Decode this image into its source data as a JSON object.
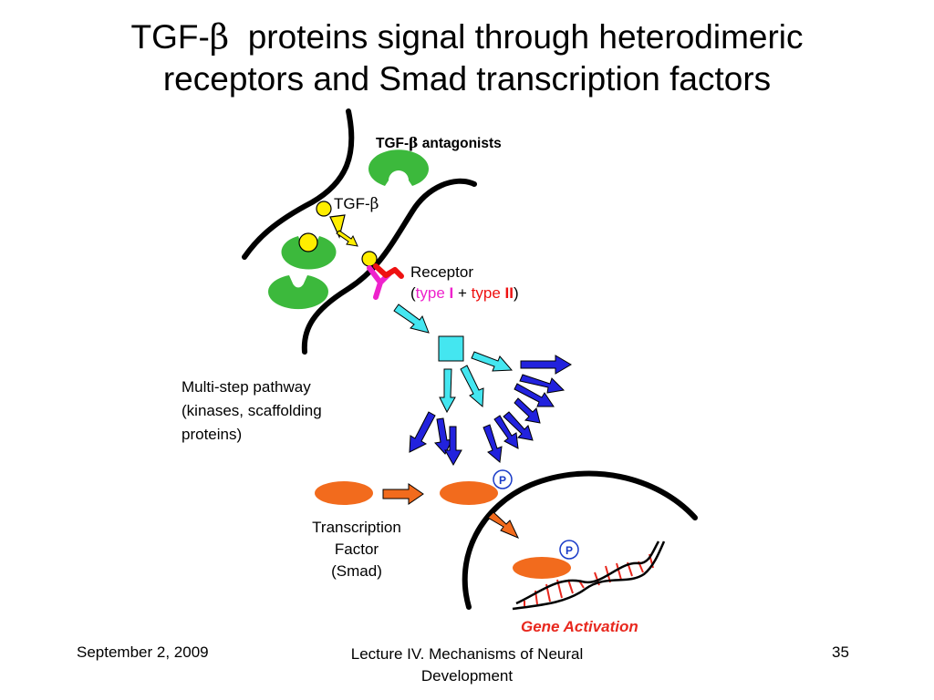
{
  "title": {
    "line1_prefix": "TGF-",
    "beta": "β",
    "line1_suffix": "  proteins signal through heterodimeric",
    "line2": "receptors and Smad transcription factors"
  },
  "diagram": {
    "antagonists_prefix": "TGF-",
    "antagonists_beta": "β",
    "antagonists_suffix": " antagonists",
    "tgf_prefix": "TGF-",
    "tgf_beta": "β",
    "receptor_label": "Receptor",
    "receptor_open": "(",
    "receptor_type1_word": "type ",
    "receptor_type1_num": "I",
    "receptor_plus": " + ",
    "receptor_type2_word": "type ",
    "receptor_type2_num": "II",
    "receptor_close": ")",
    "pathway_line1": "Multi-step pathway",
    "pathway_line2": "(kinases, scaffolding",
    "pathway_line3": "proteins)",
    "tf_line1": "Transcription",
    "tf_line2": "Factor",
    "tf_line3": "(Smad)",
    "phospho_label": "P",
    "gene_activation": "Gene Activation"
  },
  "colors": {
    "green": "#3cb93c",
    "yellow": "#ffee00",
    "magenta": "#ee22cc",
    "red": "#ee1111",
    "cyan": "#44e6f0",
    "blue": "#2222dd",
    "orange": "#f26b1d",
    "gene_activation_red": "#e8281e"
  },
  "footer": {
    "date": "September 2, 2009",
    "lecture_line1": "Lecture IV. Mechanisms of Neural",
    "lecture_line2": "Development",
    "page": "35"
  }
}
